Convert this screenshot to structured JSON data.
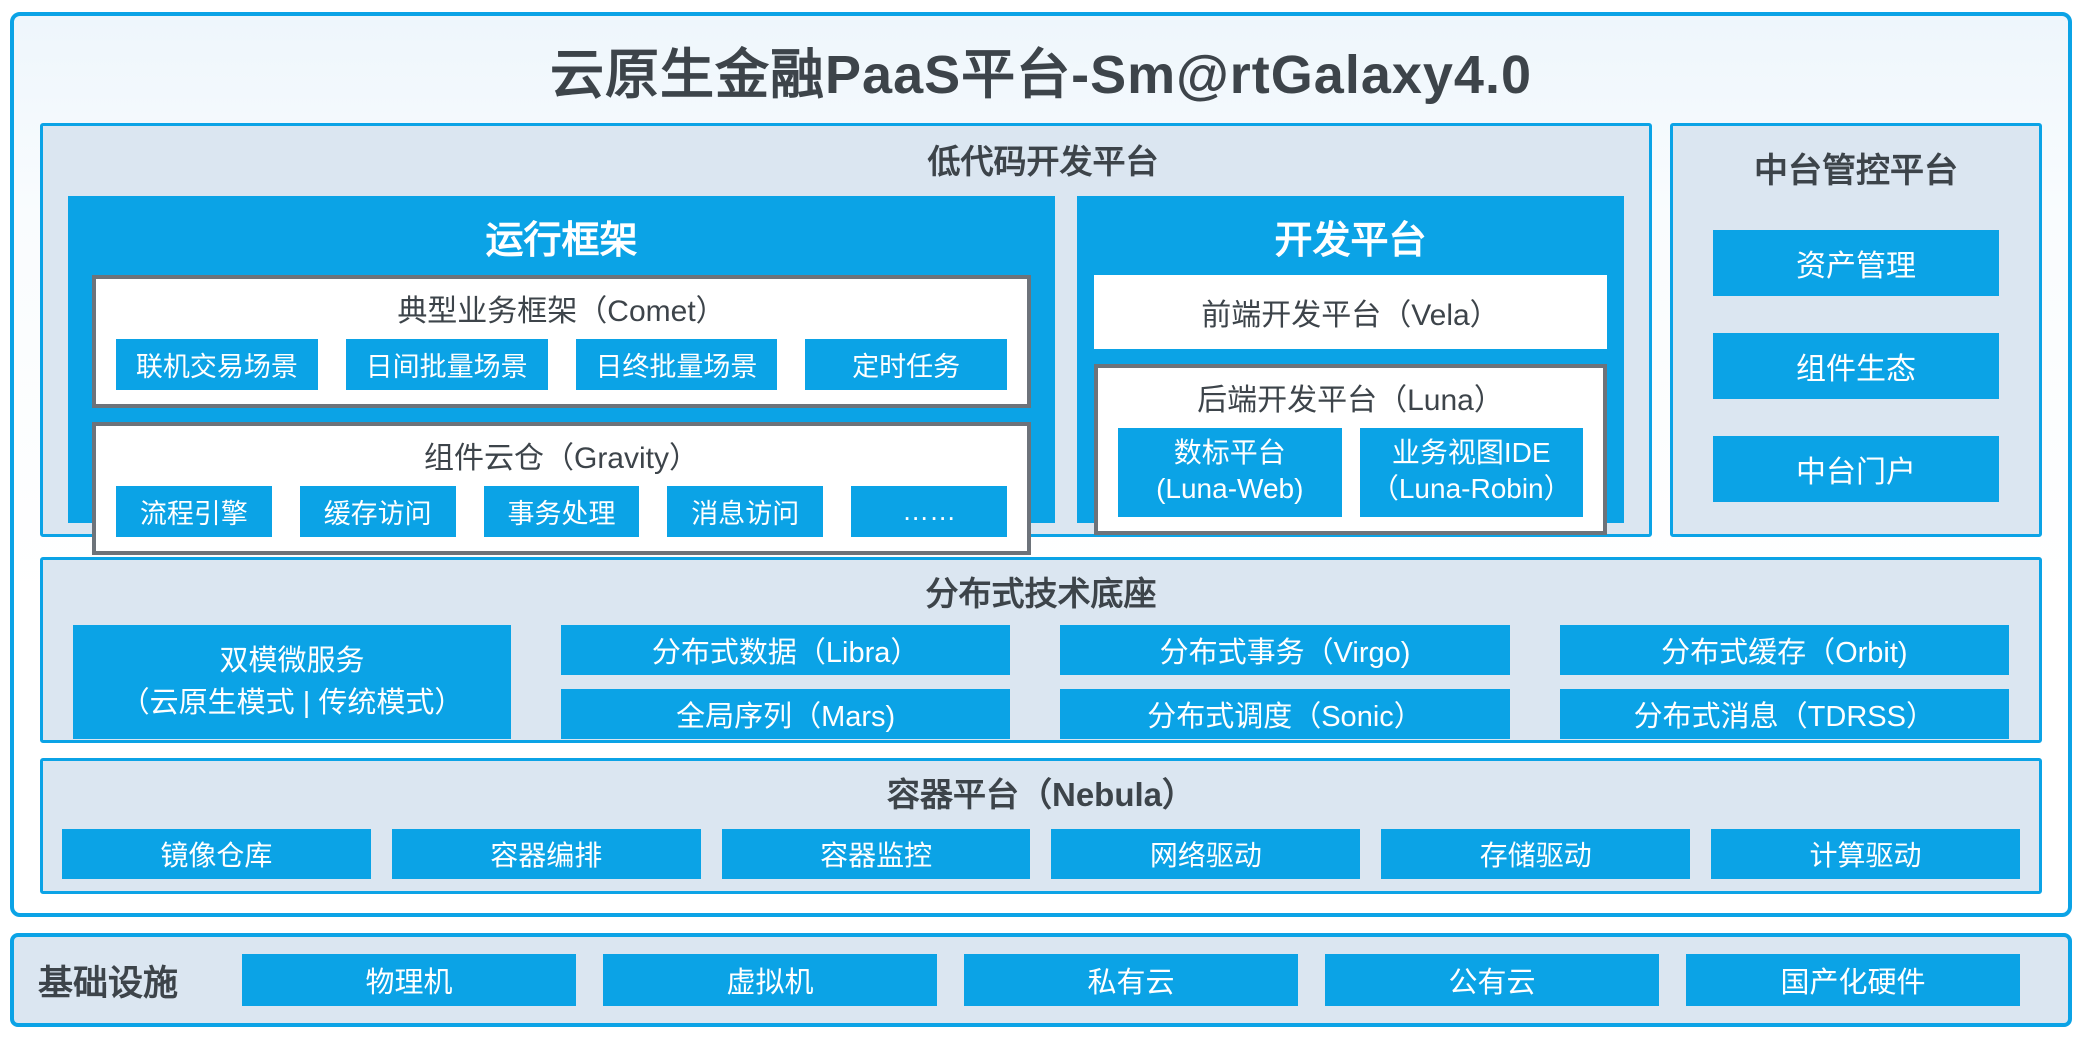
{
  "title": "云原生金融PaaS平台-Sm@rtGalaxy4.0",
  "lowcode": {
    "title": "低代码开发平台",
    "runtime": {
      "title": "运行框架",
      "comet": {
        "title": "典型业务框架（Comet）",
        "items": [
          "联机交易场景",
          "日间批量场景",
          "日终批量场景",
          "定时任务"
        ]
      },
      "gravity": {
        "title": "组件云仓（Gravity）",
        "items": [
          "流程引擎",
          "缓存访问",
          "事务处理",
          "消息访问",
          "……"
        ]
      }
    },
    "devplat": {
      "title": "开发平台",
      "vela": "前端开发平台（Vela）",
      "luna": {
        "title": "后端开发平台（Luna）",
        "items": [
          {
            "line1": "数标平台",
            "line2": "(Luna-Web)"
          },
          {
            "line1": "业务视图IDE",
            "line2": "（Luna-Robin）"
          }
        ]
      }
    }
  },
  "midplat": {
    "title": "中台管控平台",
    "items": [
      "资产管理",
      "组件生态",
      "中台门户"
    ]
  },
  "distributed": {
    "title": "分布式技术底座",
    "dual": {
      "line1": "双模微服务",
      "line2": "（云原生模式 | 传统模式）"
    },
    "columns": [
      [
        "分布式数据（Libra）",
        "全局序列（Mars)"
      ],
      [
        "分布式事务（Virgo)",
        "分布式调度（Sonic）"
      ],
      [
        "分布式缓存（Orbit)",
        "分布式消息（TDRSS）"
      ]
    ]
  },
  "container_platform": {
    "title": "容器平台（Nebula）",
    "items": [
      "镜像仓库",
      "容器编排",
      "容器监控",
      "网络驱动",
      "存储驱动",
      "计算驱动"
    ]
  },
  "infra": {
    "title": "基础设施",
    "items": [
      "物理机",
      "虚拟机",
      "私有云",
      "公有云",
      "国产化硬件"
    ]
  },
  "colors": {
    "accent_blue": "#0ba3e6",
    "section_bg": "#dbe6f1",
    "gray_border": "#6d737a",
    "dark_text": "#3d444a"
  }
}
